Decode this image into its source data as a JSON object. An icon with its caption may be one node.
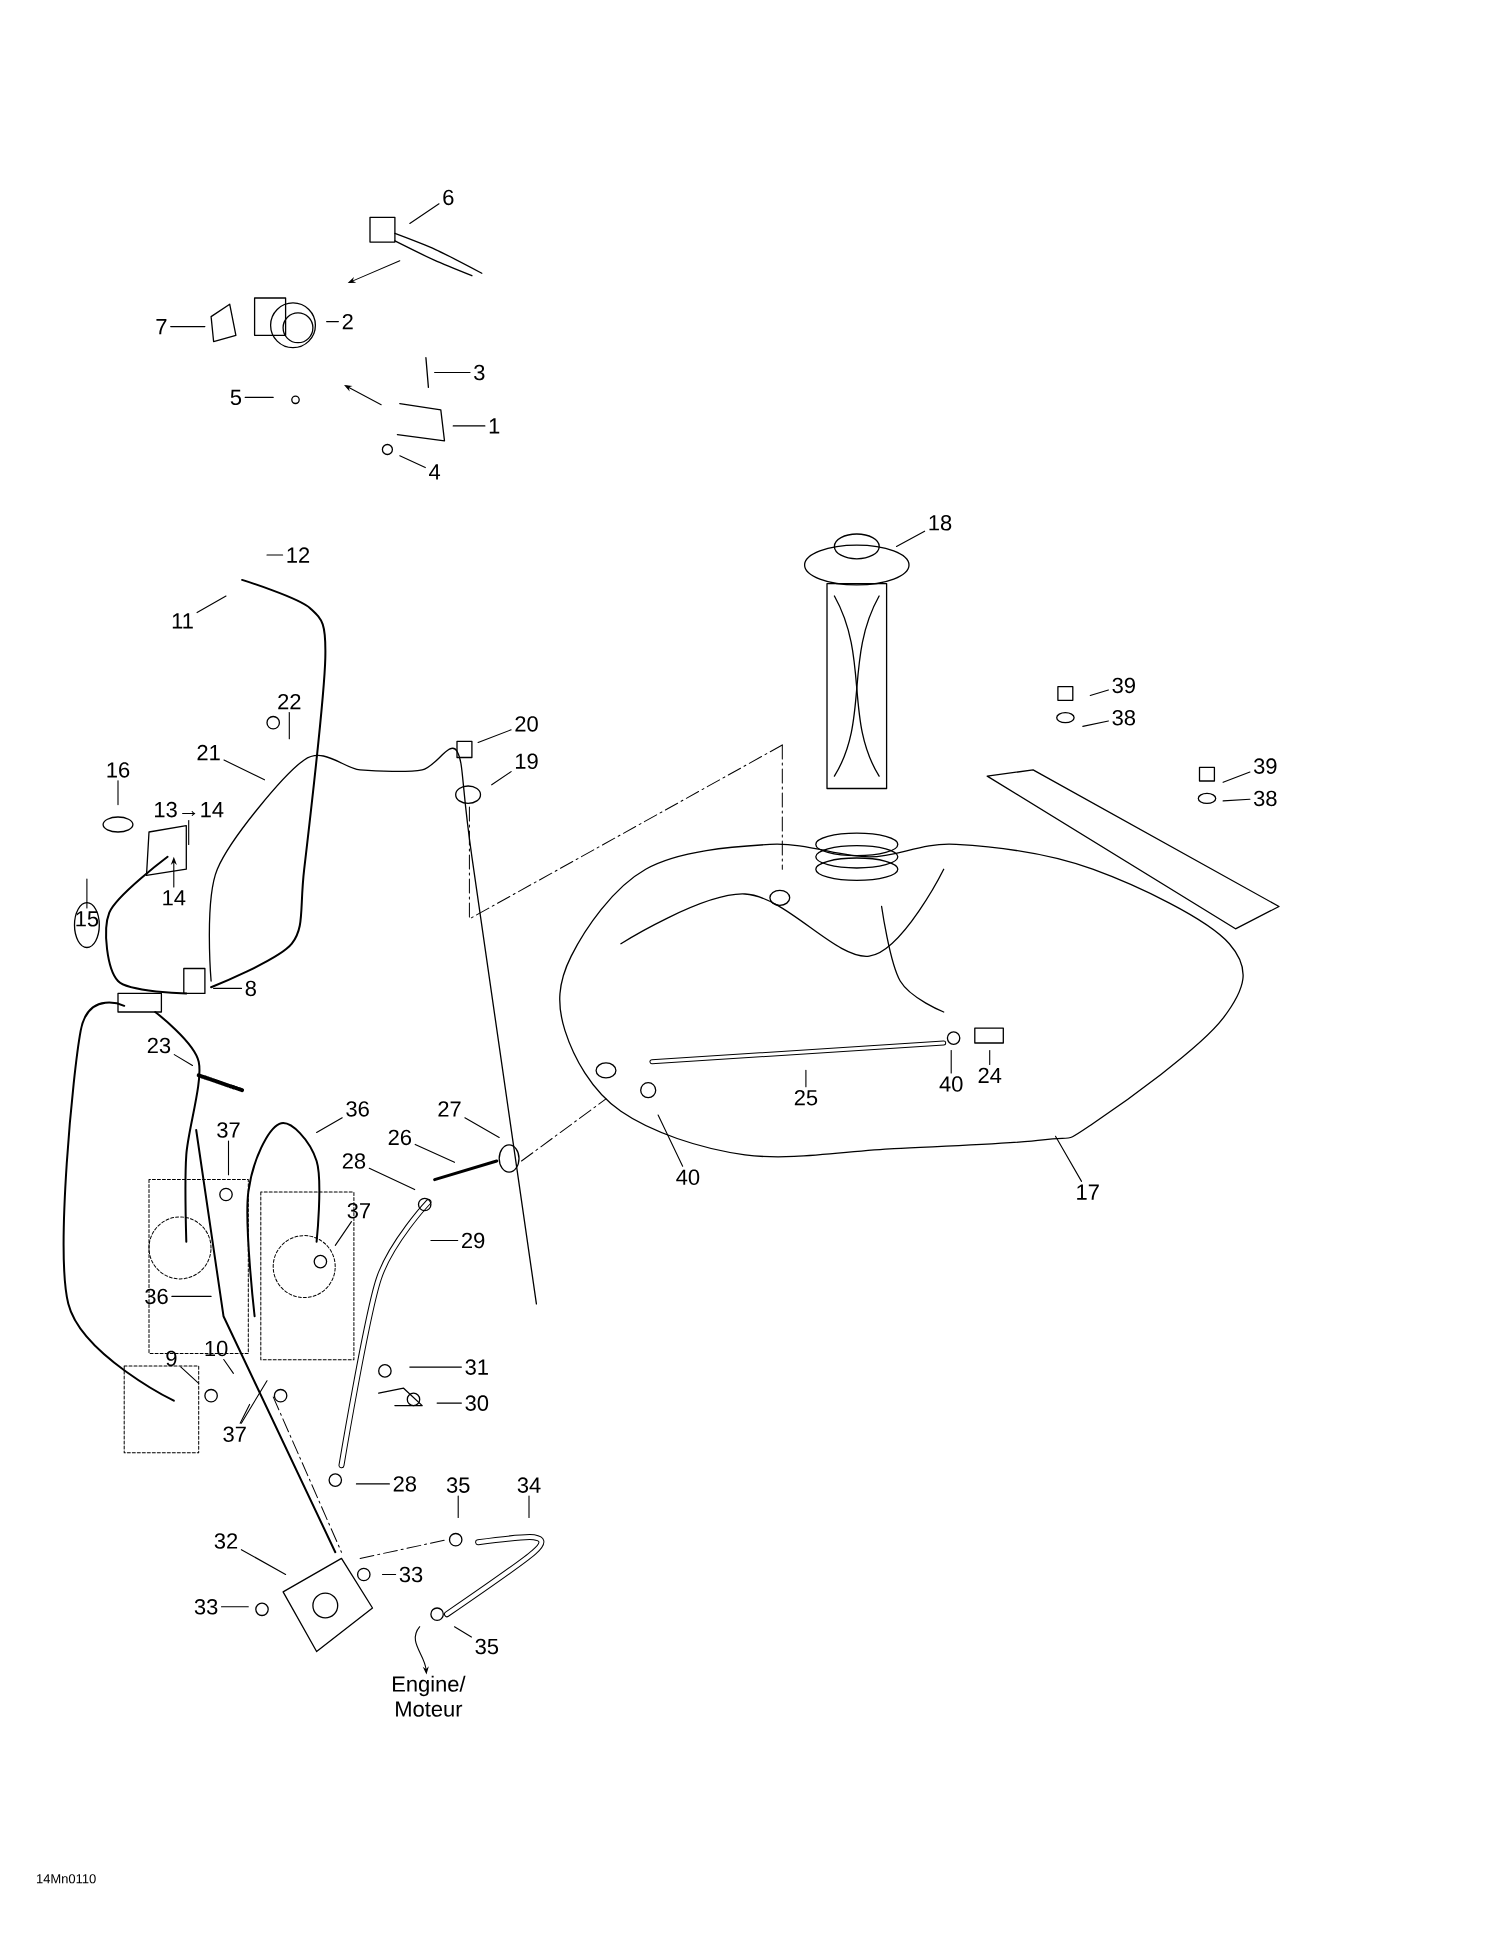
{
  "diagram": {
    "nodes": [
      {
        "text": [
          "6"
        ]
      },
      {
        "text": [
          "2"
        ]
      },
      {
        "text": [
          "7"
        ]
      },
      {
        "text": [
          "3"
        ]
      },
      {
        "text": [
          "1"
        ]
      },
      {
        "text": [
          "5"
        ]
      },
      {
        "text": [
          "4"
        ]
      },
      {
        "text": [
          "18"
        ]
      },
      {
        "text": [
          "12"
        ]
      },
      {
        "text": [
          "11"
        ]
      },
      {
        "text": [
          "39"
        ]
      },
      {
        "text": [
          "38"
        ]
      },
      {
        "text": [
          "22"
        ]
      },
      {
        "text": [
          "20"
        ]
      },
      {
        "text": [
          "39"
        ]
      },
      {
        "text": [
          "19"
        ]
      },
      {
        "text": [
          "21"
        ]
      },
      {
        "text": [
          "38"
        ]
      },
      {
        "text": [
          "16"
        ]
      },
      {
        "text": [
          "13→14"
        ]
      },
      {
        "text": [
          "14"
        ]
      },
      {
        "text": [
          "15"
        ]
      },
      {
        "text": [
          "8"
        ]
      },
      {
        "text": [
          "23"
        ]
      },
      {
        "text": [
          "24"
        ]
      },
      {
        "text": [
          "40"
        ]
      },
      {
        "text": [
          "25"
        ]
      },
      {
        "text": [
          "36"
        ]
      },
      {
        "text": [
          "27"
        ]
      },
      {
        "text": [
          "37"
        ]
      },
      {
        "text": [
          "26"
        ]
      },
      {
        "text": [
          "28"
        ]
      },
      {
        "text": [
          "40"
        ]
      },
      {
        "text": [
          "17"
        ]
      },
      {
        "text": [
          "37"
        ]
      },
      {
        "text": [
          "29"
        ]
      },
      {
        "text": [
          "36"
        ]
      },
      {
        "text": [
          "10"
        ]
      },
      {
        "text": [
          "9"
        ]
      },
      {
        "text": [
          "31"
        ]
      },
      {
        "text": [
          "30"
        ]
      },
      {
        "text": [
          "37"
        ]
      },
      {
        "text": [
          "28"
        ]
      },
      {
        "text": [
          "35"
        ]
      },
      {
        "text": [
          "34"
        ]
      },
      {
        "text": [
          "32"
        ]
      },
      {
        "text": [
          "33"
        ]
      },
      {
        "text": [
          "33"
        ]
      },
      {
        "text": [
          "35"
        ]
      },
      {
        "text": [
          "Engine/ Moteur"
        ]
      }
    ],
    "edges": [
      {
        "from": 0,
        "to": null,
        "arrow": "none"
      },
      {
        "from": 1,
        "to": null,
        "arrow": "none"
      },
      {
        "from": 2,
        "to": null,
        "arrow": "none"
      },
      {
        "from": 3,
        "to": null,
        "arrow": "none"
      },
      {
        "from": 4,
        "to": null,
        "arrow": "none"
      },
      {
        "from": 5,
        "to": null,
        "arrow": "none"
      },
      {
        "from": 6,
        "to": null,
        "arrow": "none"
      },
      {
        "from": 7,
        "to": null,
        "arrow": "none"
      },
      {
        "from": 8,
        "to": null,
        "arrow": "none"
      },
      {
        "from": 9,
        "to": null,
        "arrow": "none"
      },
      {
        "from": 10,
        "to": null,
        "arrow": "none"
      },
      {
        "from": 11,
        "to": null,
        "arrow": "none"
      },
      {
        "from": 12,
        "to": null,
        "arrow": "none"
      },
      {
        "from": 13,
        "to": null,
        "arrow": "none"
      },
      {
        "from": 14,
        "to": null,
        "arrow": "none"
      },
      {
        "from": 15,
        "to": null,
        "arrow": "none"
      },
      {
        "from": 16,
        "to": null,
        "arrow": "none"
      },
      {
        "from": 17,
        "to": null,
        "arrow": "none"
      },
      {
        "from": 18,
        "to": null,
        "arrow": "none"
      },
      {
        "from": 19,
        "to": null,
        "arrow": "none"
      },
      {
        "from": 20,
        "to": null,
        "arrow": "to"
      },
      {
        "from": 21,
        "to": null,
        "arrow": "none"
      },
      {
        "from": 22,
        "to": null,
        "arrow": "none"
      },
      {
        "from": 23,
        "to": null,
        "arrow": "none"
      },
      {
        "from": 24,
        "to": null,
        "arrow": "none"
      },
      {
        "from": 25,
        "to": null,
        "arrow": "none"
      },
      {
        "from": 26,
        "to": null,
        "arrow": "none"
      },
      {
        "from": 27,
        "to": null,
        "arrow": "none"
      },
      {
        "from": 28,
        "to": null,
        "arrow": "none"
      },
      {
        "from": 29,
        "to": null,
        "arrow": "none"
      },
      {
        "from": 30,
        "to": null,
        "arrow": "none"
      },
      {
        "from": 31,
        "to": null,
        "arrow": "none"
      },
      {
        "from": 32,
        "to": null,
        "arrow": "none"
      },
      {
        "from": 33,
        "to": null,
        "arrow": "none"
      },
      {
        "from": 34,
        "to": null,
        "arrow": "none"
      },
      {
        "from": 35,
        "to": null,
        "arrow": "none"
      },
      {
        "from": 36,
        "to": null,
        "arrow": "none"
      },
      {
        "from": 37,
        "to": null,
        "arrow": "none"
      },
      {
        "from": 38,
        "to": null,
        "arrow": "none"
      },
      {
        "from": 39,
        "to": null,
        "arrow": "none"
      },
      {
        "from": 40,
        "to": null,
        "arrow": "none"
      },
      {
        "from": 41,
        "to": null,
        "arrow": "none"
      },
      {
        "from": 41,
        "to": null,
        "arrow": "none"
      },
      {
        "from": 42,
        "to": null,
        "arrow": "none"
      },
      {
        "from": 43,
        "to": null,
        "arrow": "none"
      },
      {
        "from": 44,
        "to": null,
        "arrow": "none"
      },
      {
        "from": 45,
        "to": null,
        "arrow": "none"
      },
      {
        "from": 46,
        "to": null,
        "arrow": "none"
      },
      {
        "from": 47,
        "to": null,
        "arrow": "none"
      },
      {
        "from": 48,
        "to": null,
        "arrow": "none"
      },
      {
        "from": null,
        "to": 49,
        "arrow": "to"
      }
    ],
    "labels": [
      "14Mn0110"
    ]
  }
}
